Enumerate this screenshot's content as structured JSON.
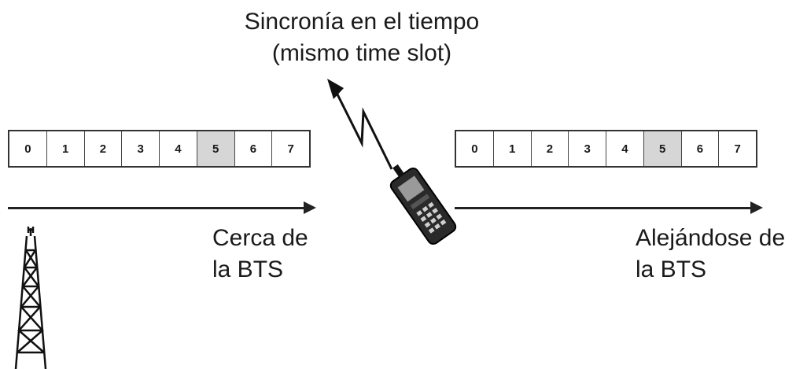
{
  "caption": {
    "line1": "Sincronía en el tiempo",
    "line2": "(mismo time slot)"
  },
  "frames": {
    "left": {
      "slots": [
        "0",
        "1",
        "2",
        "3",
        "4",
        "5",
        "6",
        "7"
      ],
      "highlighted": "5"
    },
    "right": {
      "slots": [
        "0",
        "1",
        "2",
        "3",
        "4",
        "5",
        "6",
        "7"
      ],
      "highlighted": "5"
    }
  },
  "labels": {
    "left_line1": "Cerca de",
    "left_line2": "la BTS",
    "right_line1": "Alejándose de",
    "right_line2": "la BTS"
  },
  "icons": {
    "tower": "antenna-tower-icon",
    "signal": "radio-signal-icon",
    "phone": "mobile-phone-icon"
  },
  "colors": {
    "highlight": "#d6d6d6",
    "line": "#222222"
  }
}
